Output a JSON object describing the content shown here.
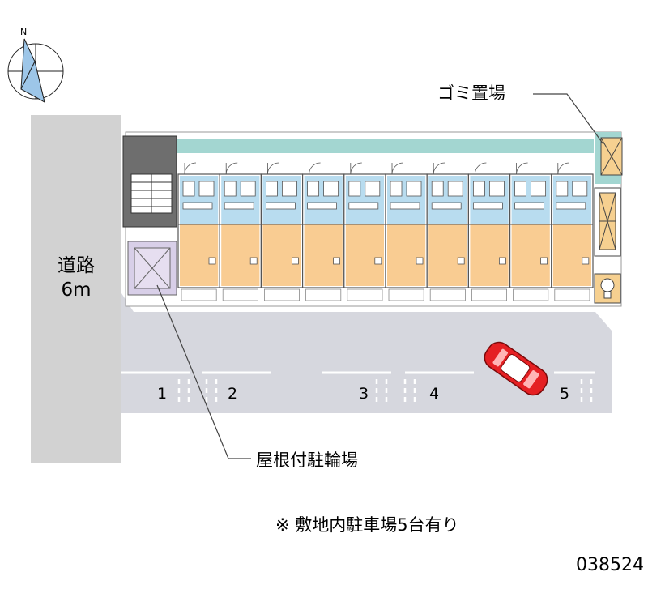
{
  "compass": {
    "north_label": "N"
  },
  "road": {
    "name": "道路",
    "width": "6m"
  },
  "labels": {
    "garbage": "ゴミ置場",
    "bike": "屋根付駐輪場",
    "note": "※ 敷地内駐車場5台有り",
    "map_id": "038524"
  },
  "parking_spaces": [
    "1",
    "2",
    "3",
    "4",
    "5"
  ],
  "colors": {
    "road": "#d2d2d2",
    "lot": "#d6d7de",
    "bath": "#b8dcef",
    "room": "#f9cc92",
    "border": "#a3d6d1",
    "car": "#e52023"
  }
}
